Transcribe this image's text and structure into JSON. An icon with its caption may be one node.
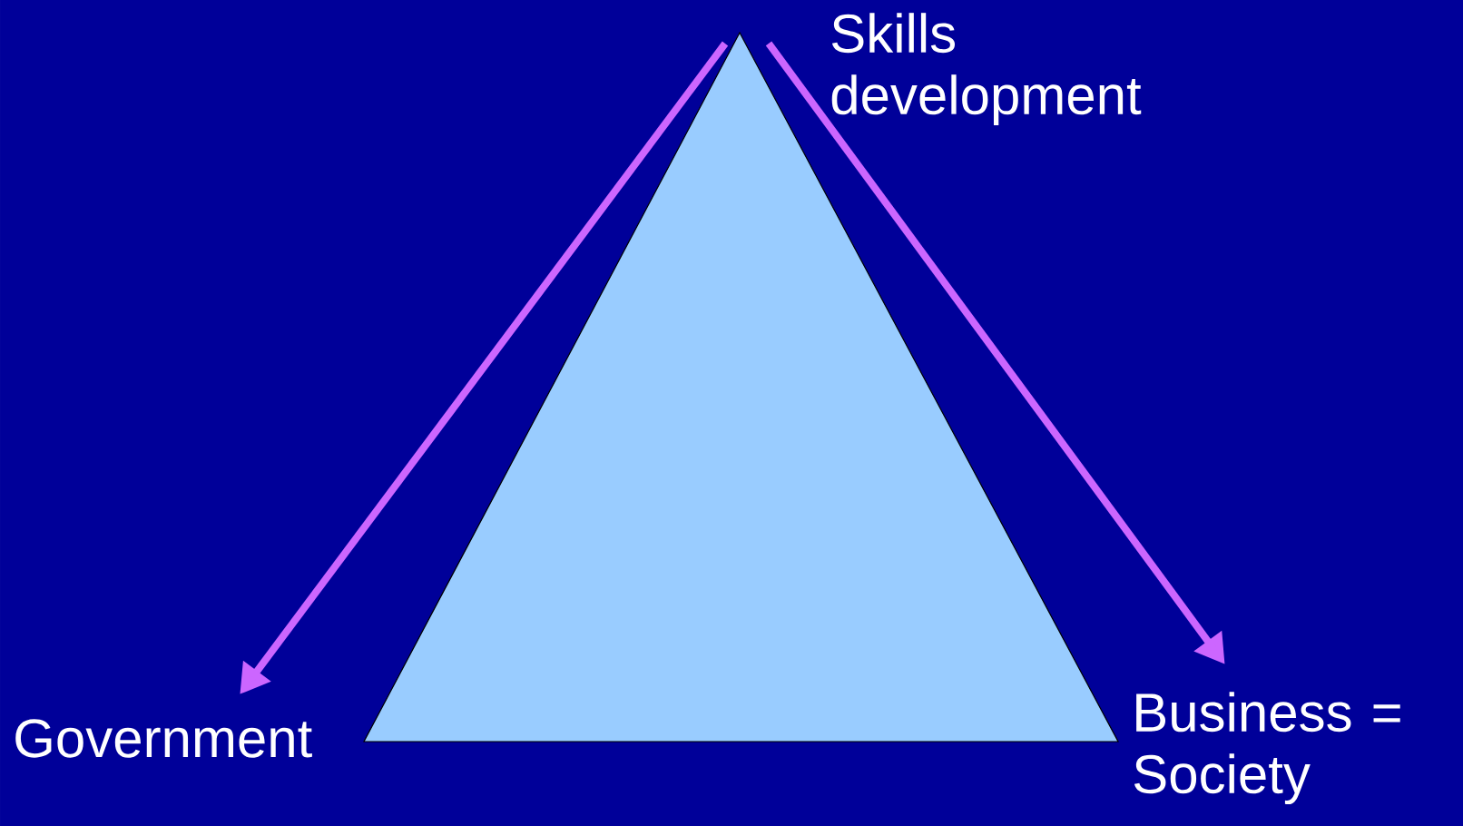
{
  "diagram": {
    "nodes": [
      {
        "text": [
          "Skills development"
        ]
      },
      {
        "text": [
          "Government"
        ]
      },
      {
        "text": [
          "Business = Society"
        ]
      },
      {
        "text": [],
        "shape": "triangle"
      }
    ],
    "edges": [
      {
        "from": 3,
        "to": 1,
        "arrow": "to"
      },
      {
        "from": 3,
        "to": 2,
        "arrow": "to"
      }
    ]
  }
}
